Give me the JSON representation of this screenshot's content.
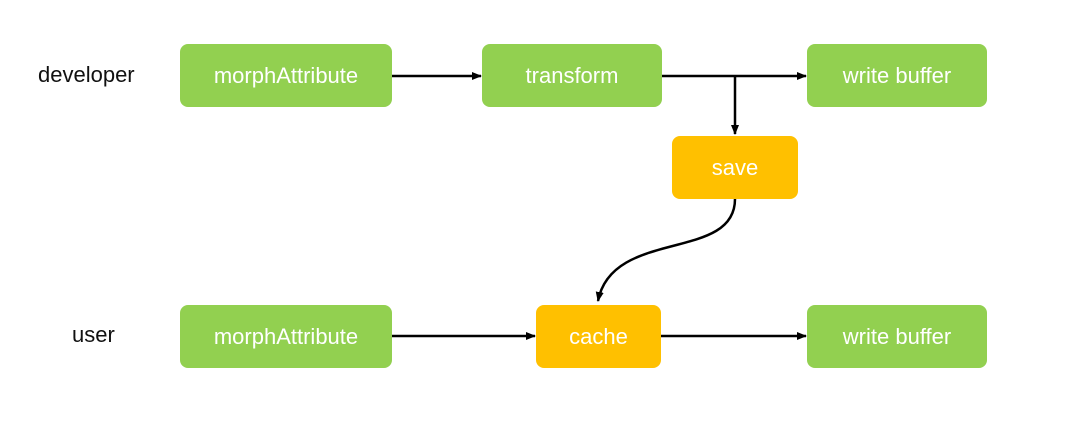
{
  "rows": {
    "developer": "developer",
    "user": "user"
  },
  "nodes": {
    "dev_morph": "morphAttribute",
    "dev_transform": "transform",
    "dev_write": "write buffer",
    "save": "save",
    "user_morph": "morphAttribute",
    "user_cache": "cache",
    "user_write": "write buffer"
  },
  "colors": {
    "process": "#92d050",
    "storage": "#ffc000",
    "arrow": "#000000"
  }
}
